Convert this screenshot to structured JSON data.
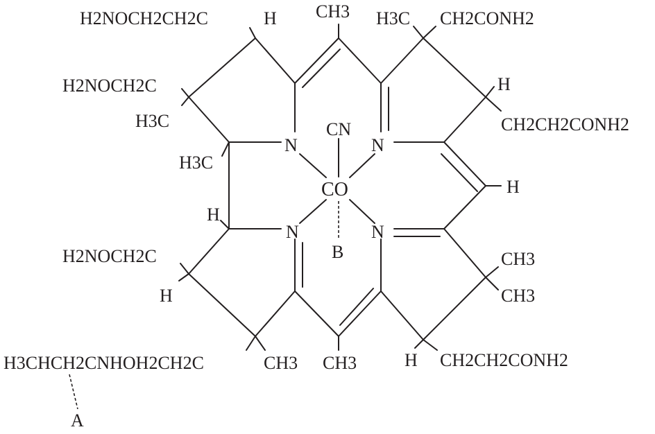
{
  "labels": {
    "top_left_chain": "H2NOCH2CH2C",
    "h_top_left": "H",
    "ch3_top": "CH3",
    "h3c_top_right": "H3C",
    "top_right_chain": "CH2CONH2",
    "left_upper_chain": "H2NOCH2C",
    "h_right_upper": "H",
    "h3c_left_upper": "H3C",
    "right_upper_chain": "CH2CH2CONH2",
    "h3c_left_mid": "H3C",
    "n_top_left": "N",
    "cn": "CN",
    "n_top_right": "N",
    "co": "CO",
    "h_right_mid": "H",
    "h_left_mid": "H",
    "n_bottom_left": "N",
    "n_bottom_right": "N",
    "b": "B",
    "left_lower_chain": "H2NOCH2C",
    "ch3_right_a": "CH3",
    "h_left_lower": "H",
    "ch3_right_b": "CH3",
    "bottom_left_chain": "H3CHCH2CNHOH2CH2C",
    "ch3_bottom_left": "CH3",
    "ch3_bottom": "CH3",
    "h_bottom_right": "H",
    "bottom_right_chain": "CH2CH2CONH2",
    "a": "A"
  }
}
